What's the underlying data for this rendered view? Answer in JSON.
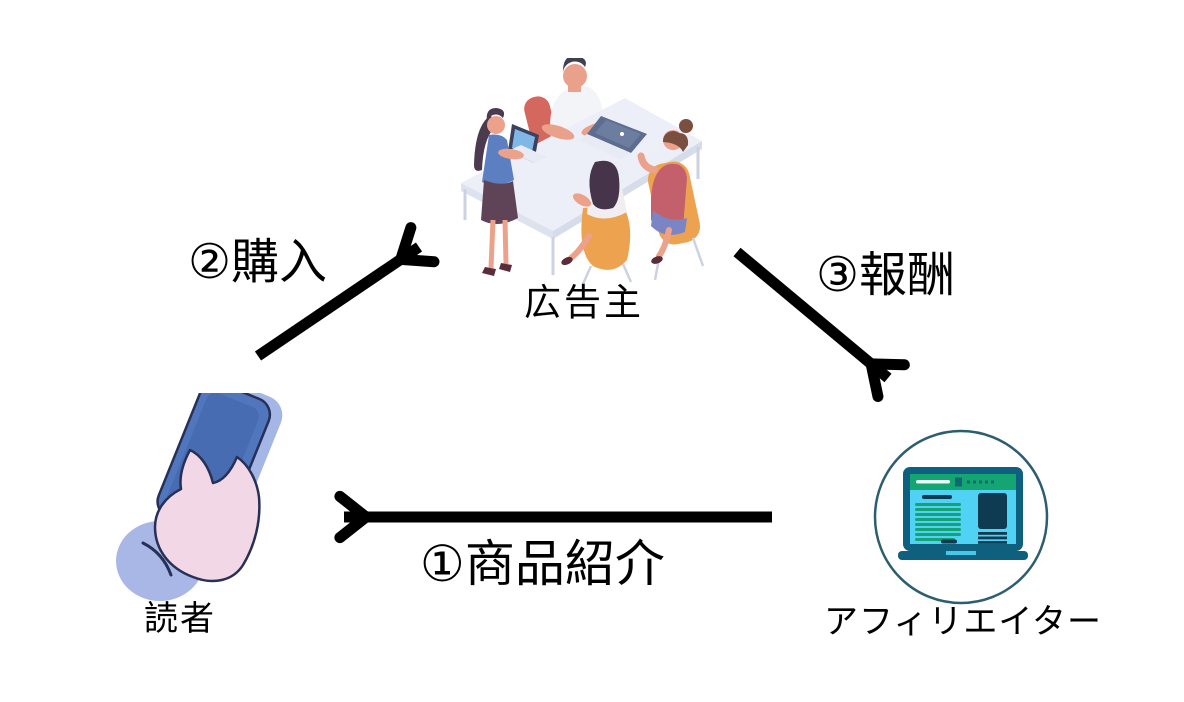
{
  "diagram": {
    "type": "flow-diagram",
    "topic": "affiliate-marketing-cycle",
    "nodes": {
      "advertiser": {
        "label": "広告主",
        "icon": "meeting-illustration",
        "position": "top-center"
      },
      "reader": {
        "label": "読者",
        "icon": "smartphone-in-hand-icon",
        "position": "bottom-left"
      },
      "affiliater": {
        "label": "アフィリエイター",
        "icon": "laptop-browser-icon",
        "position": "bottom-right"
      }
    },
    "arrows": {
      "purchase": {
        "label": "②購入",
        "from": "読者",
        "to": "広告主",
        "direction": "up-right"
      },
      "reward": {
        "label": "③報酬",
        "from": "広告主",
        "to": "アフィリエイター",
        "direction": "down-right"
      },
      "introduce": {
        "label": "①商品紹介",
        "from": "アフィリエイター",
        "to": "読者",
        "direction": "left"
      }
    },
    "colors": {
      "background": "#ffffff",
      "arrow": "#000000",
      "text": "#000000",
      "circle_outline": "#2c5e70",
      "laptop_frame": "#0f607f",
      "laptop_screen": "#4fd2f4",
      "laptop_header_green": "#14a573",
      "laptop_dark_navy": "#0e3a52",
      "phone_blue": "#5076be",
      "phone_rim": "#a3b6e6",
      "hand_pink": "#f2d7e7",
      "sleeve_periwinkle": "#a9b7e6",
      "outline_navy": "#273056",
      "chair_orange": "#eda24f",
      "chair_red": "#d4685e",
      "table_top": "#edeff8",
      "blouse_blue": "#5c7fc2",
      "top_red": "#c4606b",
      "skin": "#eca18b"
    }
  }
}
